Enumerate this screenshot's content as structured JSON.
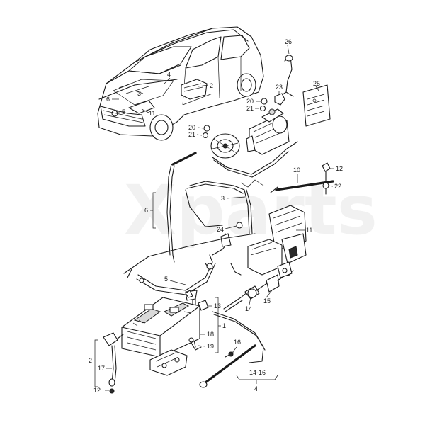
{
  "watermark": "Xparts",
  "callouts": [
    {
      "id": "c26",
      "text": "26"
    },
    {
      "id": "c2top",
      "text": "2"
    },
    {
      "id": "c4car",
      "text": "4"
    },
    {
      "id": "c3car",
      "text": "3"
    },
    {
      "id": "c6car",
      "text": "6"
    },
    {
      "id": "c5car",
      "text": "5"
    },
    {
      "id": "c11car",
      "text": "11"
    },
    {
      "id": "c25",
      "text": "25"
    },
    {
      "id": "c23",
      "text": "23"
    },
    {
      "id": "c20a",
      "text": "20"
    },
    {
      "id": "c21a",
      "text": "21"
    },
    {
      "id": "c20b",
      "text": "20"
    },
    {
      "id": "c21b",
      "text": "21"
    },
    {
      "id": "c10",
      "text": "10"
    },
    {
      "id": "c12a",
      "text": "12"
    },
    {
      "id": "c22",
      "text": "22"
    },
    {
      "id": "c3",
      "text": "3"
    },
    {
      "id": "c6",
      "text": "6"
    },
    {
      "id": "c24",
      "text": "24"
    },
    {
      "id": "c11",
      "text": "11"
    },
    {
      "id": "c5",
      "text": "5"
    },
    {
      "id": "c13",
      "text": "13"
    },
    {
      "id": "c1",
      "text": "1"
    },
    {
      "id": "c18",
      "text": "18"
    },
    {
      "id": "c19",
      "text": "19"
    },
    {
      "id": "c14",
      "text": "14"
    },
    {
      "id": "c15",
      "text": "15"
    },
    {
      "id": "c16",
      "text": "16"
    },
    {
      "id": "c1416",
      "text": "14-16"
    },
    {
      "id": "c4",
      "text": "4"
    },
    {
      "id": "c2",
      "text": "2"
    },
    {
      "id": "c17",
      "text": "17"
    },
    {
      "id": "c12b",
      "text": "12"
    }
  ]
}
